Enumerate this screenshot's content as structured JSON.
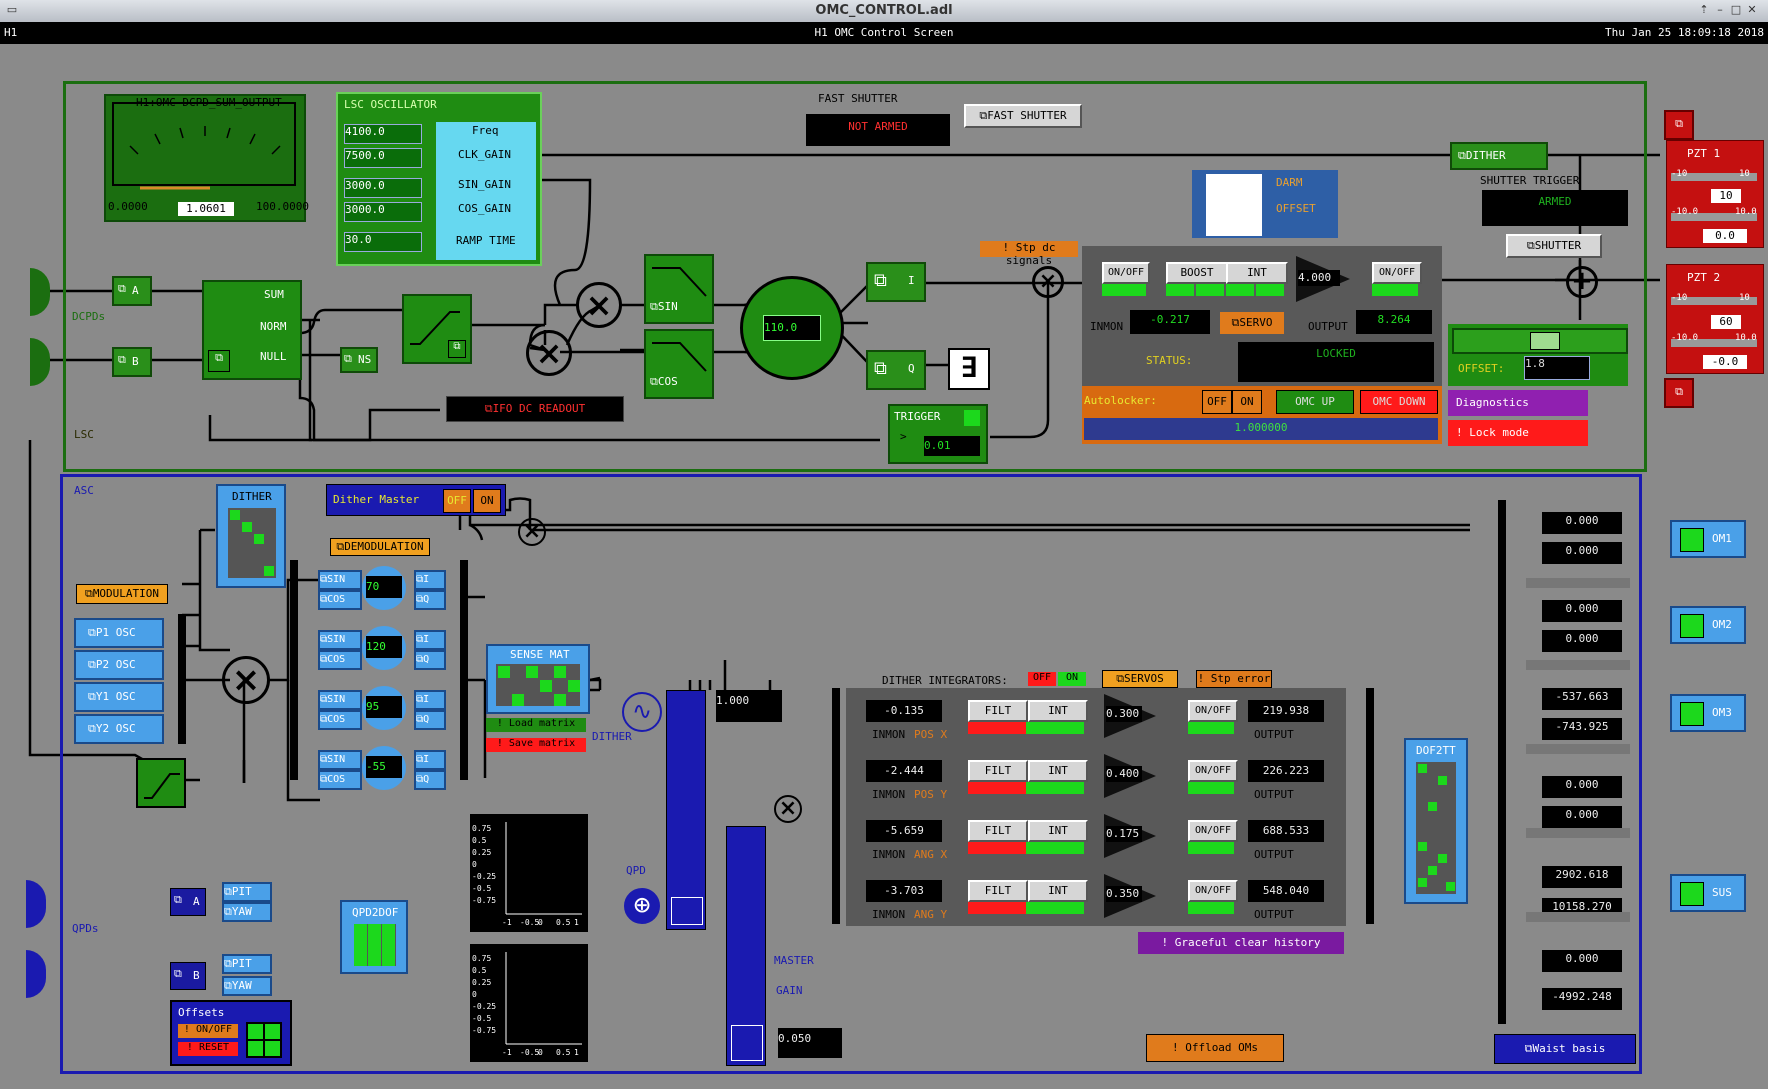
{
  "window": {
    "title": "OMC_CONTROL.adl"
  },
  "header": {
    "left": "H1",
    "center": "H1 OMC Control Screen",
    "right": "Thu Jan 25 18:09:18 2018"
  },
  "lsc": {
    "label": "LSC",
    "dcpds_label": "DCPDs",
    "meter": {
      "title": "H1:OMC-DCPD_SUM_OUTPUT",
      "min": "0.0000",
      "max": "100.0000",
      "value": "1.0601",
      "fraction": 0.0106
    },
    "oscillator": {
      "title": "LSC OSCILLATOR",
      "fields": [
        "4100.0",
        "7500.0",
        "3000.0",
        "3000.0",
        "30.0"
      ],
      "labels": [
        "Freq",
        "CLK_GAIN",
        "SIN_GAIN",
        "COS_GAIN",
        "RAMP TIME"
      ]
    },
    "sum_labels": [
      "SUM",
      "NORM",
      "NULL"
    ],
    "btn_a": "A",
    "btn_b": "B",
    "btn_ns": "NS",
    "ifo_dc_readout": "IFO DC READOUT",
    "fast_shutter": {
      "label": "FAST SHUTTER",
      "state": "NOT ARMED",
      "button": "FAST SHUTTER"
    },
    "sin": "SIN",
    "cos": "COS",
    "phase": "110.0",
    "i": "I",
    "q": "Q",
    "trigger": {
      "label": "TRIGGER",
      "value": "0.01"
    },
    "stp_dc": "! Stp dc signals",
    "dither": "DITHER",
    "darm": {
      "l1": "DARM",
      "l2": "OFFSET"
    },
    "servo": {
      "onoff": "ON/OFF",
      "boost": "BOOST",
      "int": "INT",
      "gain": "4.000",
      "onoff2": "ON/OFF",
      "inmon_label": "INMON",
      "inmon": "-0.217",
      "servo_btn": "SERVO",
      "output_label": "OUTPUT",
      "output": "8.264",
      "status_label": "STATUS:",
      "status": "LOCKED"
    },
    "autolocker": {
      "label": "Autolocker:",
      "off": "OFF",
      "on": "ON",
      "up": "OMC UP",
      "down": "OMC DOWN",
      "value": "1.000000"
    },
    "shutter_trigger": {
      "label": "SHUTTER TRIGGER",
      "state": "ARMED",
      "button": "SHUTTER"
    },
    "offset": {
      "label": "OFFSET:",
      "value": "1.8",
      "slider": 0.5
    },
    "diagnostics": "Diagnostics",
    "lock_mode": "! Lock mode",
    "pzt1": {
      "title": "PZT 1",
      "a": "10",
      "b": "0.0",
      "s1min": "-10",
      "s1max": "10",
      "s2min": "-10.0",
      "s2max": "10.0"
    },
    "pzt2": {
      "title": "PZT 2",
      "a": "60",
      "b": "-0.0",
      "s1min": "-10",
      "s1max": "10",
      "s2min": "-10.0",
      "s2max": "10.0"
    }
  },
  "asc": {
    "label": "ASC",
    "qpds_label": "QPDs",
    "dither": "DITHER",
    "dither_master": {
      "label": "Dither Master",
      "off": "OFF",
      "on": "ON"
    },
    "modulation": "MODULATION",
    "demodulation": "DEMODULATION",
    "osc": [
      "P1 OSC",
      "P2 OSC",
      "Y1 OSC",
      "Y2 OSC"
    ],
    "demod_phases": [
      "70",
      "120",
      "95",
      "-55"
    ],
    "sense_mat": "SENSE MAT",
    "load_matrix": "! Load matrix",
    "save_matrix": "! Save matrix",
    "dither_label": "DITHER",
    "master_value": "1.000",
    "master": {
      "l1": "MASTER",
      "l2": "GAIN",
      "value": "0.050"
    },
    "qpd_label": "QPD",
    "qpd_a": "A",
    "qpd_b": "B",
    "pit": "PIT",
    "yaw": "YAW",
    "qpd2dof": "QPD2DOF",
    "offsets": {
      "label": "Offsets",
      "onoff": "! ON/OFF",
      "reset": "! RESET"
    },
    "plot_ticks": [
      "0.75",
      "0.5",
      "0.25",
      "0",
      "-0.25",
      "-0.5",
      "-0.75"
    ],
    "plot_xticks": [
      "-1",
      "-0.5",
      "0",
      "0.5",
      "1"
    ],
    "integrators": {
      "title": "DITHER INTEGRATORS:",
      "off": "OFF",
      "on": "ON",
      "servos": "SERVOS",
      "stp_error": "! Stp error",
      "filt": "FILT",
      "int": "INT",
      "onoff": "ON/OFF",
      "inmon": "INMON",
      "output": "OUTPUT",
      "rows": [
        {
          "inmon": "-0.135",
          "dof": "POS X",
          "gain": "0.300",
          "output": "219.938"
        },
        {
          "inmon": "-2.444",
          "dof": "POS Y",
          "gain": "0.400",
          "output": "226.223"
        },
        {
          "inmon": "-5.659",
          "dof": "ANG X",
          "gain": "0.175",
          "output": "688.533"
        },
        {
          "inmon": "-3.703",
          "dof": "ANG Y",
          "gain": "0.350",
          "output": "548.040"
        }
      ]
    },
    "graceful": "! Graceful clear history",
    "offload": "! Offload OMs",
    "dof2tt": "DOF2TT",
    "outputs": [
      "0.000",
      "0.000",
      "0.000",
      "0.000",
      "-537.663",
      "-743.925",
      "0.000",
      "0.000",
      "2902.618",
      "10158.270",
      "0.000",
      "-4992.248"
    ],
    "om": [
      "OM1",
      "OM2",
      "OM3",
      "SUS"
    ],
    "waist": "Waist basis"
  }
}
